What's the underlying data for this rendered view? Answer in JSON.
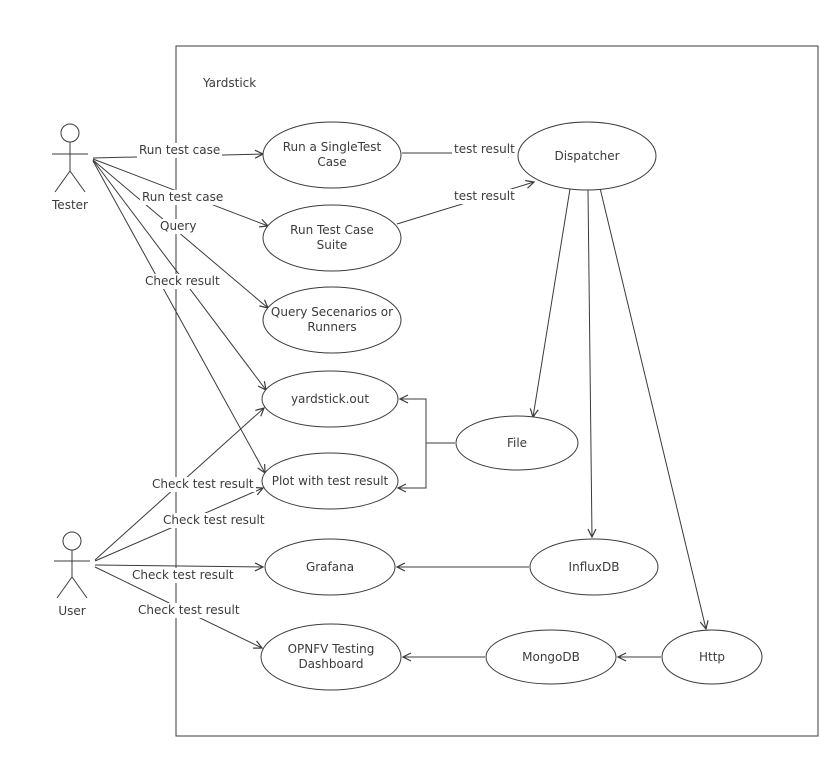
{
  "boundary": {
    "label": "Yardstick"
  },
  "actors": {
    "tester": {
      "label": "Tester"
    },
    "user": {
      "label": "User"
    }
  },
  "usecases": {
    "run_single": {
      "label": "Run a SingleTest Case"
    },
    "run_suite": {
      "label": "Run Test Case Suite"
    },
    "query": {
      "label": "Query Secenarios or Runners"
    },
    "yardstick_out": {
      "label": "yardstick.out"
    },
    "plot": {
      "label": "Plot with test result"
    },
    "grafana": {
      "label": "Grafana"
    },
    "opnfv": {
      "label": "OPNFV Testing Dashboard"
    },
    "dispatcher": {
      "label": "Dispatcher"
    },
    "file": {
      "label": "File"
    },
    "influxdb": {
      "label": "InfluxDB"
    },
    "mongodb": {
      "label": "MongoDB"
    },
    "http": {
      "label": "Http"
    }
  },
  "edges": [
    {
      "from": "Tester",
      "to": "Run a SingleTest Case",
      "label": "Run test case"
    },
    {
      "from": "Tester",
      "to": "Run Test Case Suite",
      "label": "Run test case"
    },
    {
      "from": "Tester",
      "to": "Query Secenarios or Runners",
      "label": "Query"
    },
    {
      "from": "Tester",
      "to": "yardstick.out",
      "label": "Check result"
    },
    {
      "from": "Tester",
      "to": "Plot with test result",
      "label": ""
    },
    {
      "from": "Run a SingleTest Case",
      "to": "Dispatcher",
      "label": "test result"
    },
    {
      "from": "Run Test Case Suite",
      "to": "Dispatcher",
      "label": "test result"
    },
    {
      "from": "Dispatcher",
      "to": "File",
      "label": ""
    },
    {
      "from": "Dispatcher",
      "to": "InfluxDB",
      "label": ""
    },
    {
      "from": "Dispatcher",
      "to": "Http",
      "label": ""
    },
    {
      "from": "File",
      "to": "yardstick.out",
      "label": ""
    },
    {
      "from": "File",
      "to": "Plot with test result",
      "label": ""
    },
    {
      "from": "InfluxDB",
      "to": "Grafana",
      "label": ""
    },
    {
      "from": "MongoDB",
      "to": "OPNFV Testing Dashboard",
      "label": ""
    },
    {
      "from": "Http",
      "to": "MongoDB",
      "label": ""
    },
    {
      "from": "User",
      "to": "yardstick.out",
      "label": "Check test result"
    },
    {
      "from": "User",
      "to": "Plot with test result",
      "label": "Check test result"
    },
    {
      "from": "User",
      "to": "Grafana",
      "label": "Check test result"
    },
    {
      "from": "User",
      "to": "OPNFV Testing Dashboard",
      "label": "Check test result"
    }
  ],
  "colors": {
    "line": "#3b3b3b",
    "text": "#3b3b3b",
    "background": "#ffffff"
  }
}
